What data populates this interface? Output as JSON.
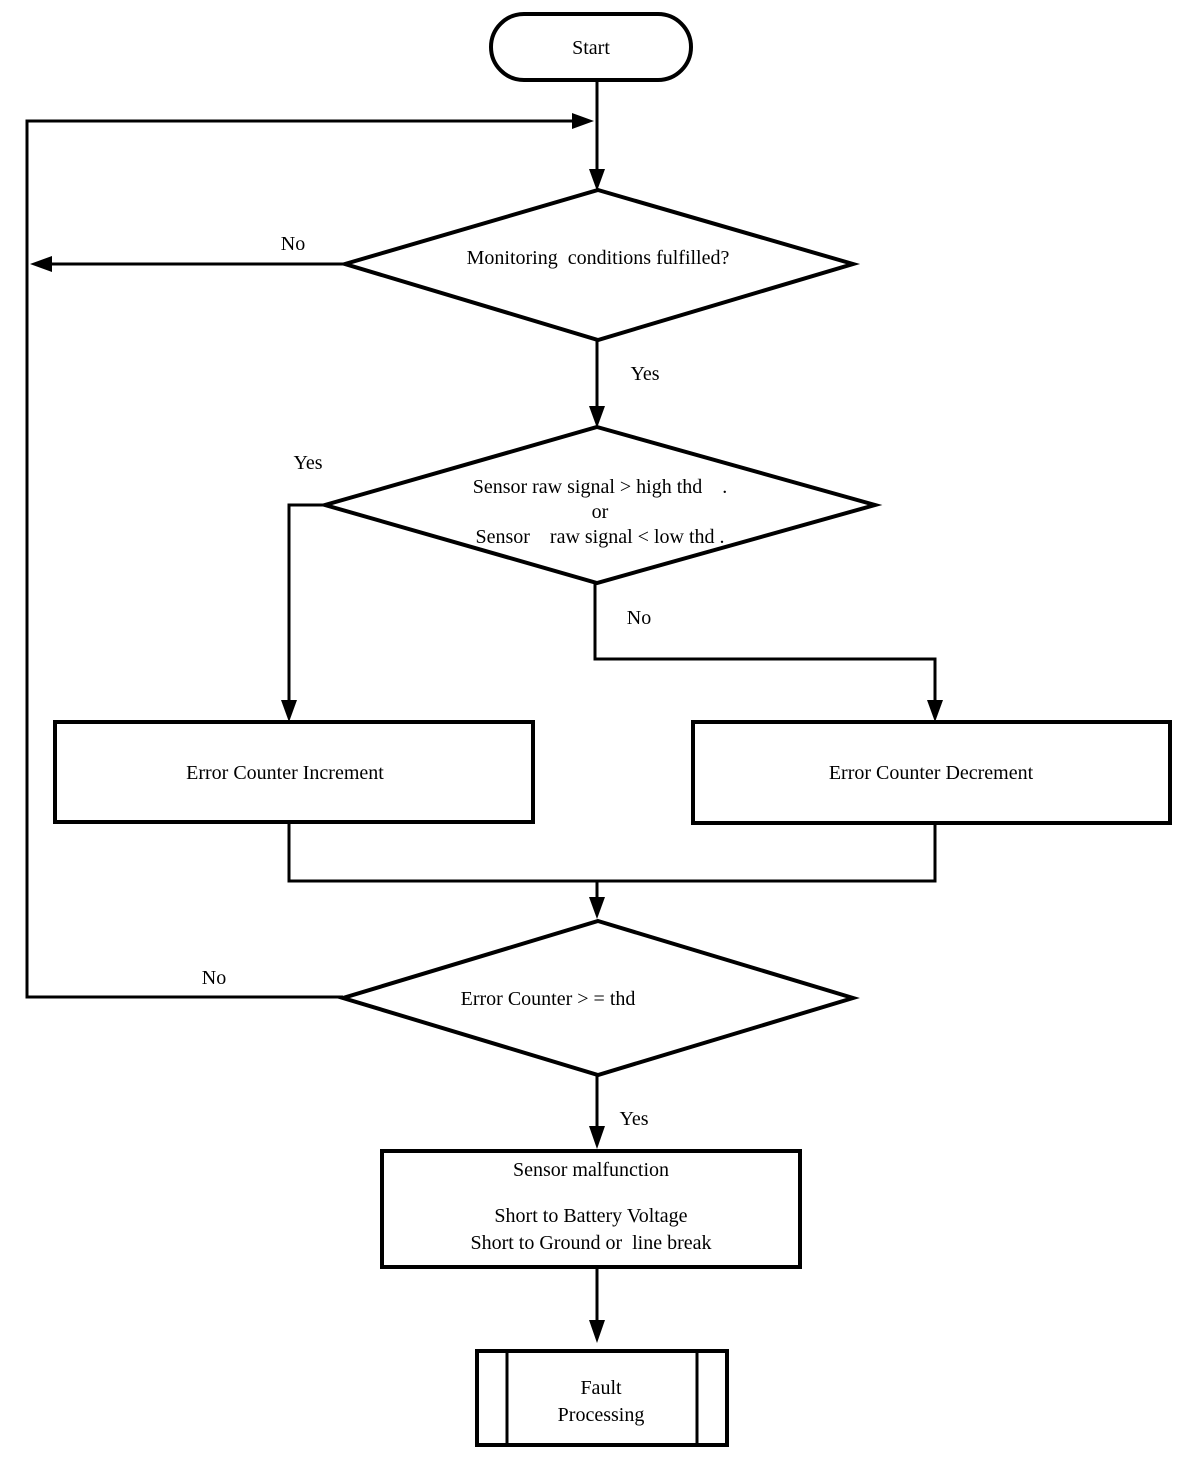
{
  "flowchart": {
    "background_color": "#ffffff",
    "stroke_color": "#000000",
    "nodes": {
      "start": {
        "type": "terminator",
        "label": "Start"
      },
      "monitoring_decision": {
        "type": "decision",
        "label": "Monitoring  conditions fulfilled?"
      },
      "signal_decision": {
        "type": "decision",
        "lines": [
          "Sensor raw signal > high thd    .",
          "or",
          "Sensor    raw signal < low thd ."
        ]
      },
      "error_counter_increment": {
        "type": "process",
        "label": "Error Counter Increment"
      },
      "error_counter_decrement": {
        "type": "process",
        "label": "Error Counter Decrement"
      },
      "error_counter_decision": {
        "type": "decision",
        "label": "Error Counter > = thd"
      },
      "sensor_malfunction": {
        "type": "process",
        "lines": [
          "Sensor malfunction",
          "Short to Battery Voltage",
          "Short to Ground or  line break"
        ]
      },
      "fault_processing": {
        "type": "predefined_process",
        "lines": [
          "Fault",
          "Processing"
        ]
      }
    },
    "edge_labels": {
      "monitoring_no": "No",
      "monitoring_yes": "Yes",
      "signal_yes": "Yes",
      "signal_no": "No",
      "counter_no": "No",
      "counter_yes": "Yes"
    }
  }
}
